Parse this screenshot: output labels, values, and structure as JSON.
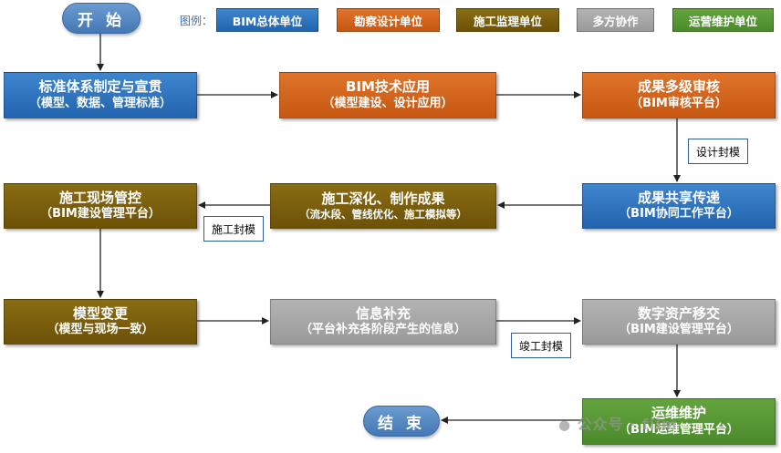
{
  "start": "开 始",
  "end": "结 束",
  "legend": {
    "title": "图例：",
    "items": [
      {
        "label": "BIM总体单位",
        "color": "#2a6cb5"
      },
      {
        "label": "勘察设计单位",
        "color": "#d0621b"
      },
      {
        "label": "施工监理单位",
        "color": "#7a5e0e"
      },
      {
        "label": "多方协作",
        "color": "#a5a5a5"
      },
      {
        "label": "运营维护单位",
        "color": "#559a33"
      }
    ]
  },
  "nodes": {
    "standards": {
      "title": "标准体系制定与宣贯",
      "sub": "（模型、数据、管理标准）"
    },
    "bim_app": {
      "title": "BIM技术应用",
      "sub": "（模型建设、设计应用）"
    },
    "review": {
      "title": "成果多级审核",
      "sub": "（BIM审核平台）"
    },
    "share": {
      "title": "成果共享传递",
      "sub": "（BIM协同工作平台）"
    },
    "deepen": {
      "title": "施工深化、制作成果",
      "sub": "（流水段、管线优化、施工模拟等）"
    },
    "site": {
      "title": "施工现场管控",
      "sub": "（BIM建设管理平台）"
    },
    "change": {
      "title": "模型变更",
      "sub": "（模型与现场一致）"
    },
    "supplement": {
      "title": "信息补充",
      "sub": "（平台补充各阶段产生的信息）"
    },
    "handover": {
      "title": "数字资产移交",
      "sub": "（BIM建设管理平台）"
    },
    "om": {
      "title": "运维维护",
      "sub": "（BIM运维管理平台）"
    }
  },
  "notes": {
    "design_seal": "设计封模",
    "construction_seal": "施工封模",
    "completion_seal": "竣工封模"
  },
  "watermark": "公众号 · film"
}
